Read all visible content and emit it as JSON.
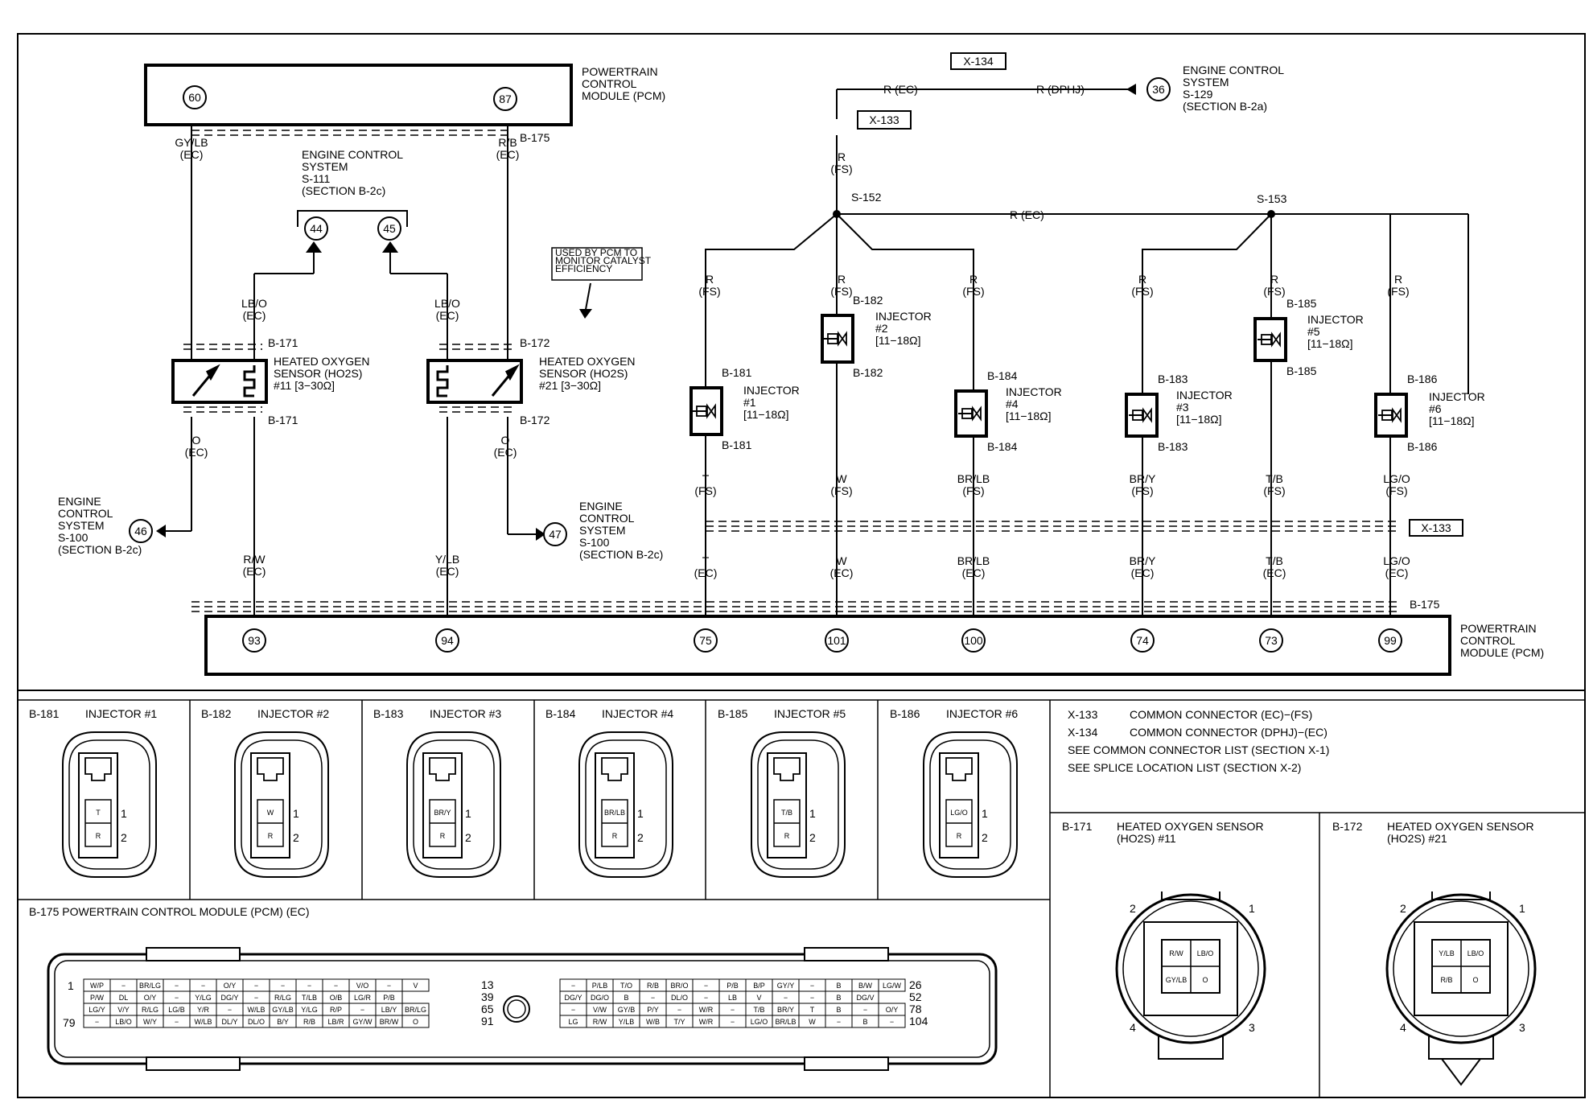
{
  "pcm_top": {
    "title": "POWERTRAIN\nCONTROL\nMODULE (PCM)",
    "pin_a": "60",
    "pin_b": "87",
    "connector": "B-175"
  },
  "pcm_bottom": {
    "title": "POWERTRAIN\nCONTROL\nMODULE (PCM)",
    "connector": "B-175",
    "pins": [
      "93",
      "94",
      "75",
      "101",
      "100",
      "74",
      "73",
      "99"
    ]
  },
  "ecs_111": {
    "text": "ENGINE CONTROL\nSYSTEM\nS-111\n(SECTION B-2c)",
    "pin_a": "44",
    "pin_b": "45"
  },
  "ecs_100_left": {
    "text": "ENGINE\nCONTROL\nSYSTEM\nS-100\n(SECTION B-2c)",
    "pin": "46"
  },
  "ecs_100_right": {
    "text": "ENGINE\nCONTROL\nSYSTEM\nS-100\n(SECTION B-2c)",
    "pin": "47"
  },
  "ecs_129": {
    "text": "ENGINE CONTROL\nSYSTEM\nS-129\n(SECTION B-2a)",
    "pin": "36"
  },
  "note": "USED BY PCM TO\nMONITOR CATALYST\nEFFICIENCY",
  "wires": {
    "gy_lb": "GY/LB\n(EC)",
    "r_b": "R/B\n(EC)",
    "lb_o_1": "LB/O\n(EC)",
    "lb_o_2": "LB/O\n(EC)",
    "o_1": "O\n(EC)",
    "o_2": "O\n(EC)",
    "r_w": "R/W\n(EC)",
    "y_lb": "Y/LB\n(EC)",
    "r_ec_top": "R (EC)",
    "r_dphj": "R (DPHJ)",
    "r_fs_top": "R\n(FS)",
    "r_ec_mid": "R (EC)",
    "fs_top": [
      "R\n(FS)",
      "R\n(FS)",
      "R\n(FS)",
      "R\n(FS)",
      "R\n(FS)",
      "R\n(FS)"
    ],
    "fs_bottom": [
      "T\n(FS)",
      "W\n(FS)",
      "BR/LB\n(FS)",
      "BR/Y\n(FS)",
      "T/B\n(FS)",
      "LG/O\n(FS)"
    ],
    "ec_bottom": [
      "T\n(EC)",
      "W\n(EC)",
      "BR/LB\n(EC)",
      "BR/Y\n(EC)",
      "T/B\n(EC)",
      "LG/O\n(EC)"
    ]
  },
  "splices": {
    "s152": "S-152",
    "s153": "S-153"
  },
  "x_connectors": {
    "x134": "X-134",
    "x133_top": "X-133",
    "x133_mid": "X-133"
  },
  "sensors": {
    "ho2s11": {
      "label": "HEATED OXYGEN\nSENSOR (HO2S)\n#11 [3−30Ω]",
      "conn": "B-171"
    },
    "ho2s21": {
      "label": "HEATED OXYGEN\nSENSOR (HO2S)\n#21 [3−30Ω]",
      "conn": "B-172"
    }
  },
  "injectors": [
    {
      "label": "INJECTOR\n#1\n[11−18Ω]",
      "conn": "B-181"
    },
    {
      "label": "INJECTOR\n#2\n[11−18Ω]",
      "conn": "B-182"
    },
    {
      "label": "INJECTOR\n#4\n[11−18Ω]",
      "conn": "B-184"
    },
    {
      "label": "INJECTOR\n#3\n[11−18Ω]",
      "conn": "B-183"
    },
    {
      "label": "INJECTOR\n#5\n[11−18Ω]",
      "conn": "B-185"
    },
    {
      "label": "INJECTOR\n#6\n[11−18Ω]",
      "conn": "B-186"
    }
  ],
  "connector_views": [
    {
      "id": "B-181",
      "title": "INJECTOR #1",
      "pin1": "T",
      "pin2": "R"
    },
    {
      "id": "B-182",
      "title": "INJECTOR #2",
      "pin1": "W",
      "pin2": "R"
    },
    {
      "id": "B-183",
      "title": "INJECTOR #3",
      "pin1": "BR/Y",
      "pin2": "R"
    },
    {
      "id": "B-184",
      "title": "INJECTOR #4",
      "pin1": "BR/LB",
      "pin2": "R"
    },
    {
      "id": "B-185",
      "title": "INJECTOR #5",
      "pin1": "T/B",
      "pin2": "R"
    },
    {
      "id": "B-186",
      "title": "INJECTOR #6",
      "pin1": "LG/O",
      "pin2": "R"
    }
  ],
  "legend": [
    {
      "code": "X-133",
      "text": "COMMON CONNECTOR (EC)−(FS)"
    },
    {
      "code": "X-134",
      "text": "COMMON CONNECTOR (DPHJ)−(EC)"
    },
    {
      "code": "",
      "text": "SEE COMMON CONNECTOR LIST (SECTION X-1)"
    },
    {
      "code": "",
      "text": "SEE SPLICE LOCATION LIST (SECTION X-2)"
    }
  ],
  "ho2s_views": [
    {
      "id": "B-171",
      "title": "HEATED OXYGEN SENSOR\n(HO2S) #11",
      "cells": [
        "R/W",
        "LB/O",
        "GY/LB",
        "O"
      ]
    },
    {
      "id": "B-172",
      "title": "HEATED OXYGEN SENSOR\n(HO2S) #21",
      "cells": [
        "Y/LB",
        "LB/O",
        "R/B",
        "O"
      ]
    }
  ],
  "pcm_connector": {
    "title": "B-175     POWERTRAIN CONTROL MODULE (PCM) (EC)",
    "row_nums_left": [
      "1",
      "79"
    ],
    "row_nums_mid": [
      "13",
      "39",
      "65",
      "91"
    ],
    "row_nums_right": [
      "26",
      "52",
      "78",
      "104"
    ],
    "left_rows": [
      [
        "W/P",
        "−",
        "BR/LG",
        "−",
        "−",
        "O/Y",
        "−",
        "−",
        "−",
        "−",
        "V/O",
        "−",
        "V"
      ],
      [
        "P/W",
        "DL",
        "O/Y",
        "−",
        "Y/LG",
        "DG/Y",
        "−",
        "R/LG",
        "T/LB",
        "O/B",
        "LG/R",
        "P/B"
      ],
      [
        "LG/Y",
        "V/Y",
        "R/LG",
        "LG/B",
        "Y/R",
        "−",
        "W/LB",
        "GY/LB",
        "Y/LG",
        "R/P",
        "−",
        "LB/Y",
        "BR/LG"
      ],
      [
        "−",
        "LB/O",
        "W/Y",
        "−",
        "W/LB",
        "DL/Y",
        "DL/O",
        "B/Y",
        "R/B",
        "LB/R",
        "GY/W",
        "BR/W",
        "O"
      ]
    ],
    "right_rows": [
      [
        "−",
        "P/LB",
        "T/O",
        "R/B",
        "BR/O",
        "−",
        "P/B",
        "B/P",
        "GY/Y",
        "−",
        "B",
        "B/W",
        "LG/W"
      ],
      [
        "DG/Y",
        "DG/O",
        "B",
        "−",
        "DL/O",
        "−",
        "LB",
        "V",
        "−",
        "−",
        "B",
        "DG/V"
      ],
      [
        "−",
        "V/W",
        "GY/B",
        "P/Y",
        "−",
        "W/R",
        "−",
        "T/B",
        "BR/Y",
        "T",
        "B",
        "−",
        "O/Y"
      ],
      [
        "LG",
        "R/W",
        "Y/LB",
        "W/B",
        "T/Y",
        "W/R",
        "−",
        "LG/O",
        "BR/LB",
        "W",
        "−",
        "B",
        "−"
      ]
    ]
  }
}
